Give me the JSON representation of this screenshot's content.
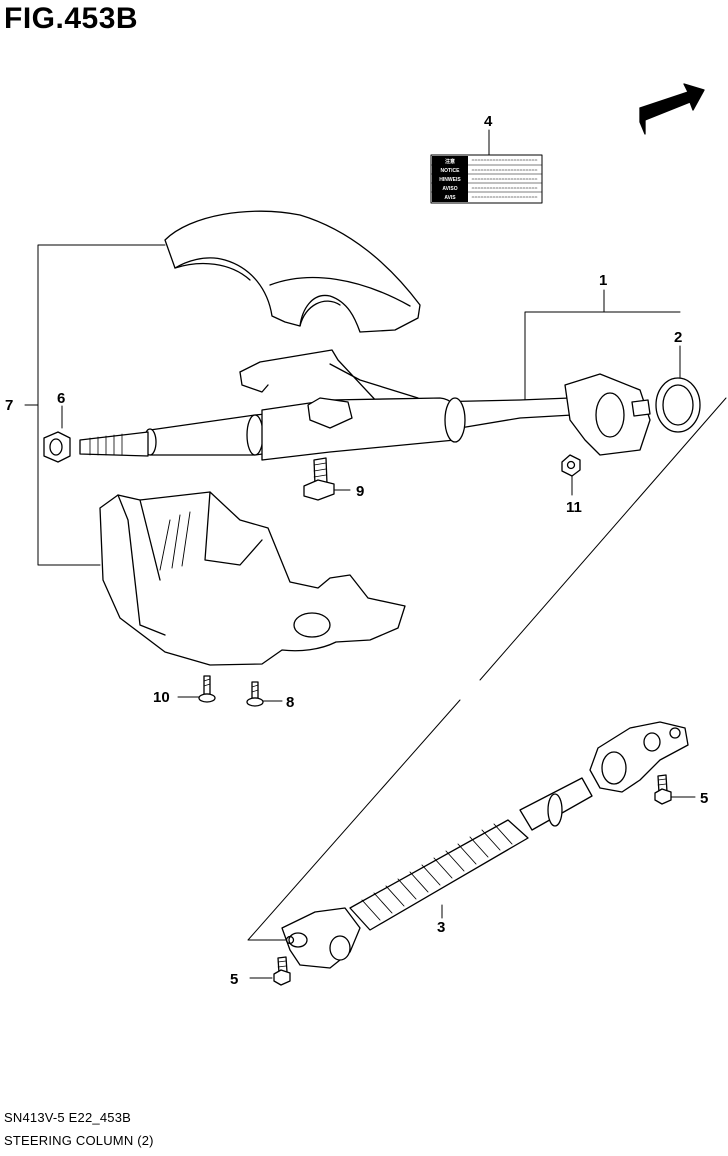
{
  "figure": {
    "title": "FIG.453B",
    "code": "SN413V-5 E22_453B",
    "name": "STEERING COLUMN (2)"
  },
  "direction_badge": {
    "label": "FWD"
  },
  "warning_label": {
    "rows": [
      "注意",
      "NOTICE",
      "HINWEIS",
      "AVISO",
      "AVIS"
    ]
  },
  "callouts": {
    "c1": "1",
    "c2": "2",
    "c3": "3",
    "c4": "4",
    "c5a": "5",
    "c5b": "5",
    "c6": "6",
    "c7": "7",
    "c8": "8",
    "c9": "9",
    "c10": "10",
    "c11": "11"
  }
}
